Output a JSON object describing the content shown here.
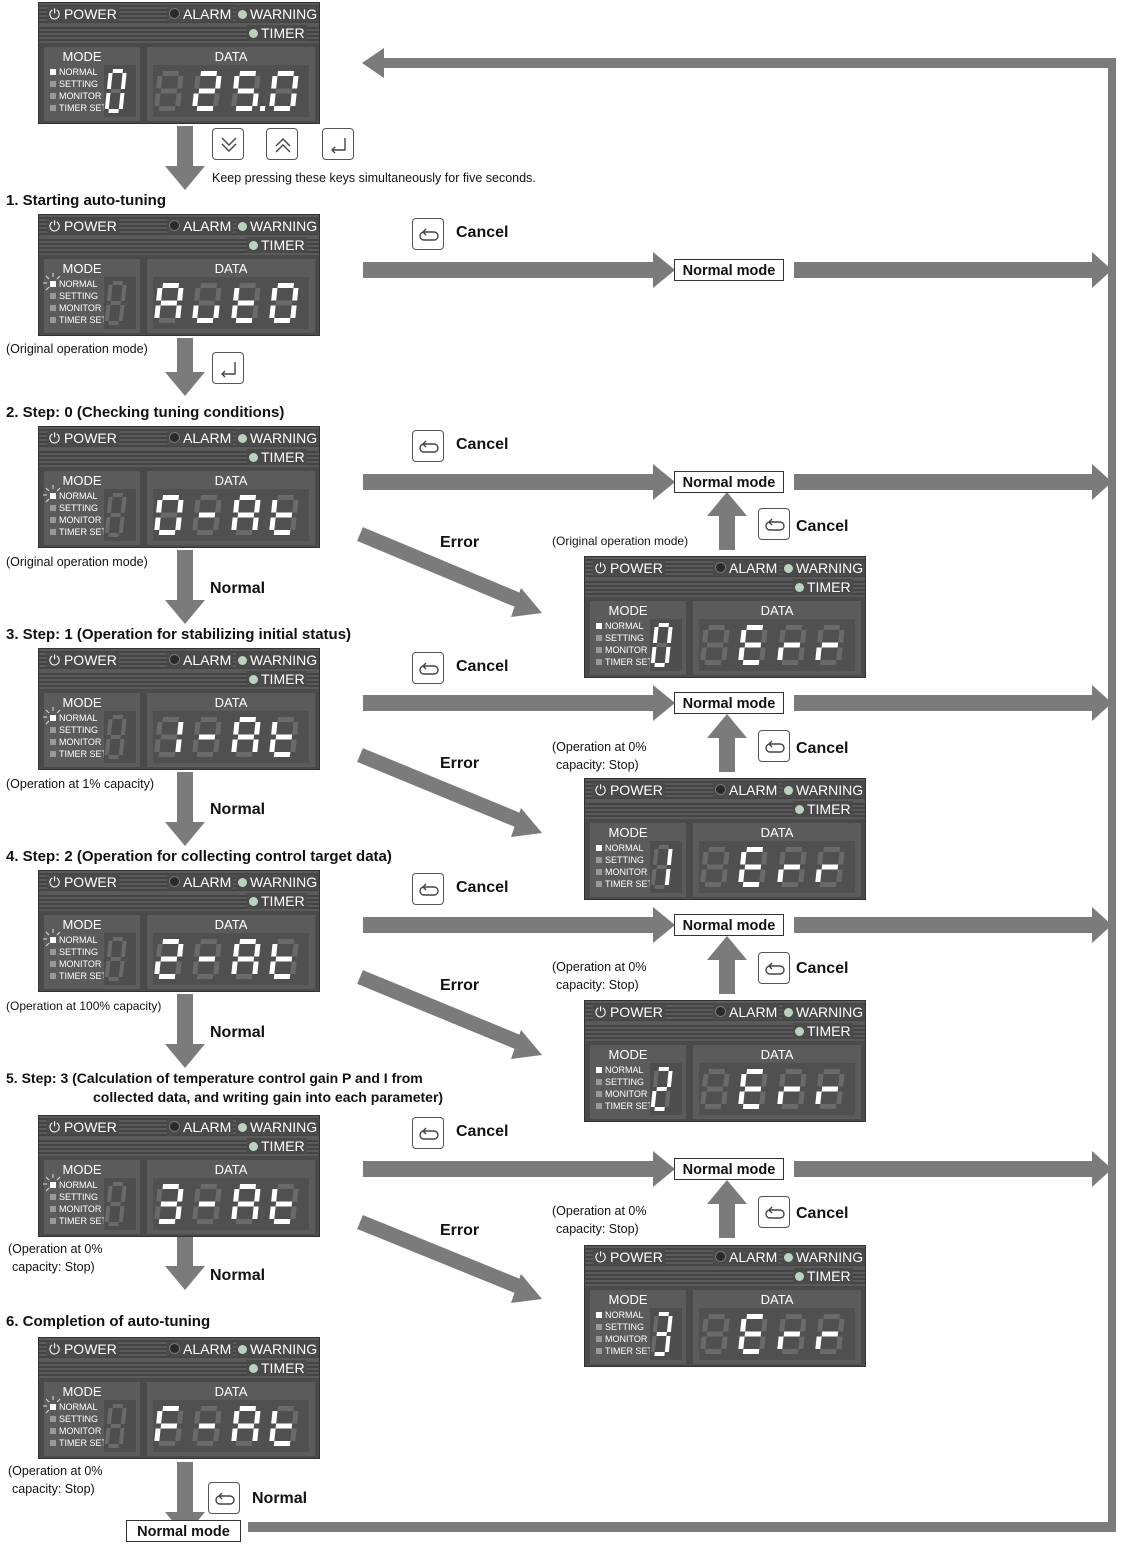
{
  "panel": {
    "power": "POWER",
    "alarm": "ALARM",
    "warning": "WARNING",
    "timer": "TIMER",
    "mode": "MODE",
    "data": "DATA",
    "normal": "NORMAL",
    "setting": "SETTING",
    "monitor": "MONITOR",
    "timer_set": "TIMER SET"
  },
  "displays": {
    "initial": {
      "mode": "0",
      "data": "25.0"
    },
    "step_auto": {
      "mode": "8",
      "data": "AutO"
    },
    "step0": {
      "mode": "8",
      "data": "0-At"
    },
    "step1": {
      "mode": "8",
      "data": "1-At"
    },
    "step2": {
      "mode": "8",
      "data": "2-At"
    },
    "step3": {
      "mode": "8",
      "data": "3-At"
    },
    "step_fin": {
      "mode": "8",
      "data": "F-At"
    },
    "err0": {
      "mode": "0",
      "data": "Err"
    },
    "err1": {
      "mode": "1",
      "data": "Err"
    },
    "err2": {
      "mode": "2",
      "data": "Err"
    },
    "err3": {
      "mode": "3",
      "data": "Err"
    }
  },
  "text": {
    "keep_pressing": "Keep pressing these keys simultaneously for five seconds.",
    "step1_title": "1. Starting auto-tuning",
    "step2_title": "2. Step: 0 (Checking tuning conditions)",
    "step3_title": "3. Step: 1 (Operation for stabilizing initial status)",
    "step4_title": "4. Step: 2 (Operation for collecting control target data)",
    "step5_title": "5. Step: 3 (Calculation of temperature control gain P and I from",
    "step5_title_2": "collected data, and writing gain into each parameter)",
    "step6_title": "6. Completion of auto-tuning",
    "original_mode": "(Original operation mode)",
    "op_1": "(Operation at 1% capacity)",
    "op_100": "(Operation at 100% capacity)",
    "op_0_a": "(Operation at 0%",
    "op_0_b": "capacity: Stop)",
    "cancel": "Cancel",
    "normal_mode": "Normal mode",
    "error": "Error",
    "normal": "Normal"
  },
  "colors": {
    "arrow": "#7b7b7b",
    "panel_bg": "#4a4a4a",
    "segment_on": "#ffffff",
    "segment_off": "#6a6a6a",
    "led_green": "#b9d3c0",
    "led_red": "#2a2a2a"
  },
  "icons": [
    "down-key-icon",
    "up-key-icon",
    "enter-key-icon",
    "cancel-key-icon"
  ]
}
